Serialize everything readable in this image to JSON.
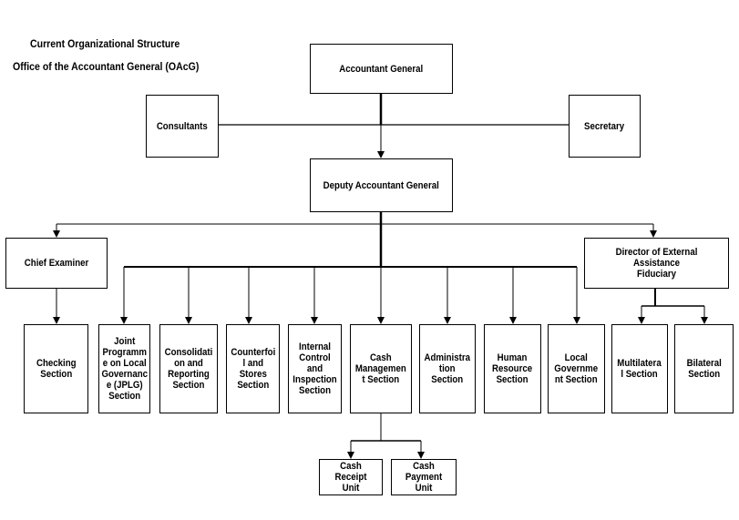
{
  "header": {
    "title_line1": "Current Organizational Structure",
    "title_line2": "Office of the Accountant General (OAcG)"
  },
  "nodes": {
    "accountant_general": "Accountant General",
    "consultants": "Consultants",
    "secretary": "Secretary",
    "deputy": "Deputy Accountant General",
    "chief_examiner": "Chief Examiner",
    "director_external": "Director of External Assistance\nFiduciary",
    "checking": "Checking\nSection",
    "jplg": "Joint\nProgramm\ne on Local\nGovernanc\ne (JPLG)\nSection",
    "consolidation": "Consolidati\non and\nReporting\nSection",
    "counterfoil": "Counterfoi\nl and\nStores\nSection",
    "internal_control": "Internal\nControl\nand\nInspection\nSection",
    "cash_management": "Cash\nManagemen\nt Section",
    "administration": "Administra\ntion\nSection",
    "human_resource": "Human\nResource\nSection",
    "local_government": "Local\nGovernme\nnt Section",
    "multilateral": "Multilatera\nl Section",
    "bilateral": "Bilateral\nSection",
    "cash_receipt": "Cash Receipt\nUnit",
    "cash_payment": "Cash Payment\nUnit"
  }
}
